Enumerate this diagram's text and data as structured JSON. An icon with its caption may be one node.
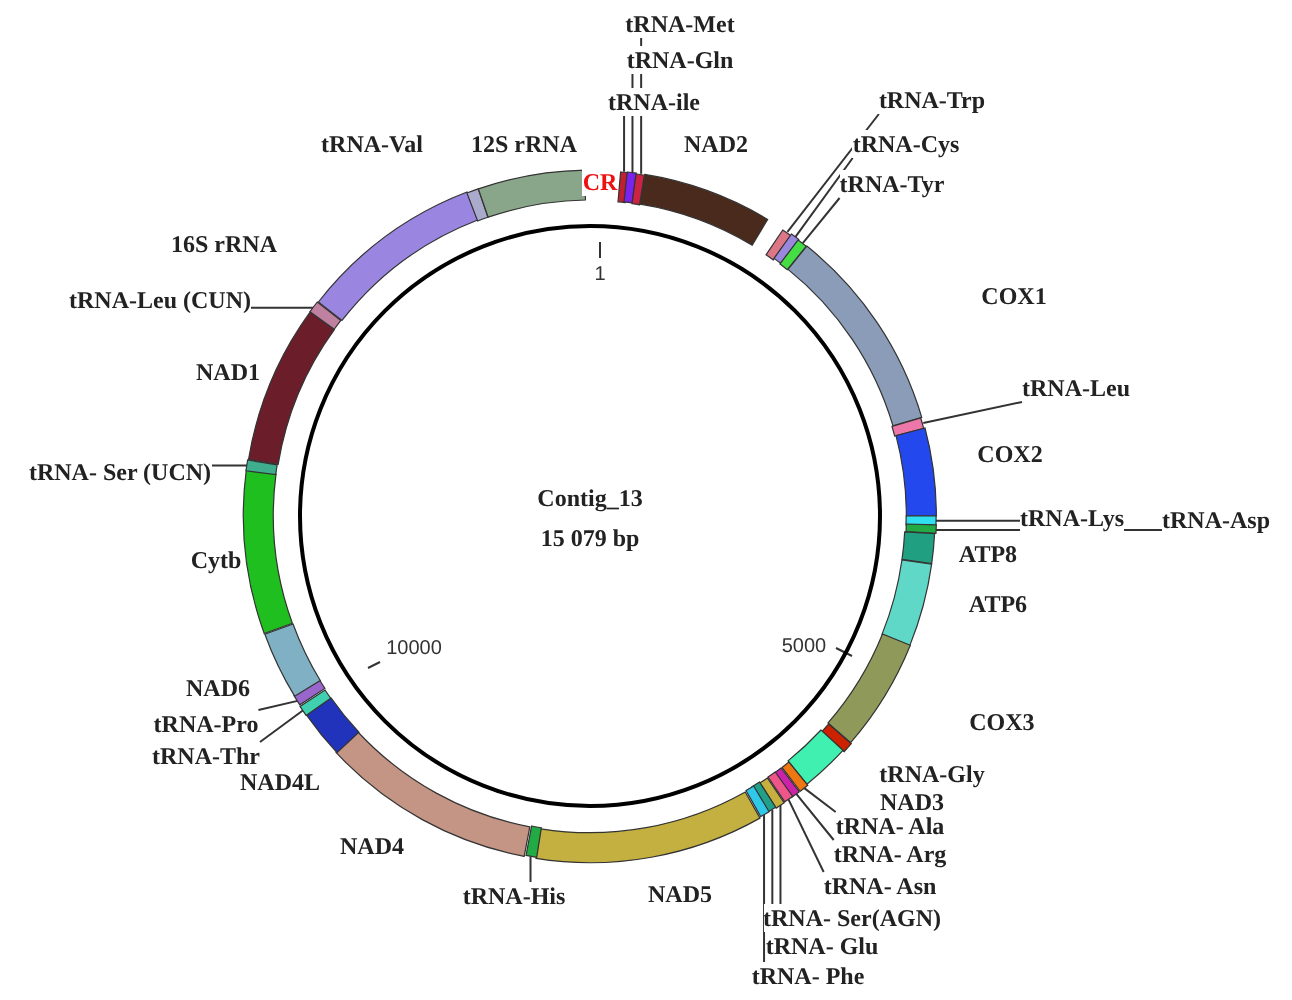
{
  "diagram": {
    "nodes": [
      {
        "text": [
          "Contig_13",
          "15 079 bp"
        ]
      },
      {
        "text": [
          "tRNA-ile"
        ]
      },
      {
        "text": [],
        "shape": "bar"
      },
      {
        "text": [
          "tRNA-Gln"
        ]
      },
      {
        "text": [],
        "shape": "bar"
      },
      {
        "text": [
          "tRNA-Met"
        ]
      },
      {
        "text": [],
        "shape": "bar"
      },
      {
        "text": [
          "NAD2"
        ]
      },
      {
        "text": [
          "tRNA-Trp"
        ]
      },
      {
        "text": [],
        "shape": "bar"
      },
      {
        "text": [
          "tRNA-Cys"
        ]
      },
      {
        "text": [],
        "shape": "bar"
      },
      {
        "text": [
          "tRNA-Tyr"
        ]
      },
      {
        "text": [],
        "shape": "bar"
      },
      {
        "text": [
          "COX1"
        ]
      },
      {
        "text": [
          "tRNA-Leu"
        ]
      },
      {
        "text": [],
        "shape": "bar"
      },
      {
        "text": [
          "COX2"
        ]
      },
      {
        "text": [
          "tRNA-Lys"
        ]
      },
      {
        "text": [],
        "shape": "bar"
      },
      {
        "text": [
          "tRNA-Asp"
        ]
      },
      {
        "text": [],
        "shape": "bar"
      },
      {
        "text": [
          "ATP8"
        ]
      },
      {
        "text": [
          "ATP6"
        ]
      },
      {
        "text": [
          "COX3"
        ]
      },
      {
        "text": [
          "tRNA-Gly"
        ]
      },
      {
        "text": [
          "NAD3"
        ]
      },
      {
        "text": [
          "tRNA- Ala"
        ]
      },
      {
        "text": [],
        "shape": "bar"
      },
      {
        "text": [
          "tRNA- Arg"
        ]
      },
      {
        "text": [],
        "shape": "bar"
      },
      {
        "text": [
          "tRNA- Asn"
        ]
      },
      {
        "text": [],
        "shape": "bar"
      },
      {
        "text": [
          "tRNA- Ser(AGN)"
        ]
      },
      {
        "text": [],
        "shape": "bar"
      },
      {
        "text": [
          "tRNA- Glu"
        ]
      },
      {
        "text": [],
        "shape": "bar"
      },
      {
        "text": [
          "tRNA- Phe"
        ]
      },
      {
        "text": [],
        "shape": "bar"
      },
      {
        "text": [
          "NAD5"
        ]
      },
      {
        "text": [
          "tRNA-His"
        ]
      },
      {
        "text": [],
        "shape": "bar"
      },
      {
        "text": [
          "NAD4"
        ]
      },
      {
        "text": [
          "NAD4L"
        ]
      },
      {
        "text": [
          "tRNA-Thr"
        ]
      },
      {
        "text": [],
        "shape": "bar"
      },
      {
        "text": [
          "tRNA-Pro"
        ]
      },
      {
        "text": [],
        "shape": "bar"
      },
      {
        "text": [
          "NAD6"
        ]
      },
      {
        "text": [
          "Cytb"
        ]
      },
      {
        "text": [
          "tRNA- Ser (UCN)"
        ]
      },
      {
        "text": [],
        "shape": "bar"
      },
      {
        "text": [
          "NAD1"
        ]
      },
      {
        "text": [
          "tRNA-Leu (CUN)"
        ]
      },
      {
        "text": [],
        "shape": "bar"
      },
      {
        "text": [
          "16S rRNA"
        ]
      },
      {
        "text": [
          "tRNA-Val"
        ]
      },
      {
        "text": [
          "12S rRNA"
        ]
      }
    ],
    "edges": [
      {
        "from": 1,
        "to": 2,
        "arrow": "none"
      },
      {
        "from": 3,
        "to": 4,
        "arrow": "none"
      },
      {
        "from": 5,
        "to": 6,
        "arrow": "none"
      },
      {
        "from": 8,
        "to": 9,
        "arrow": "none"
      },
      {
        "from": 10,
        "to": 11,
        "arrow": "none"
      },
      {
        "from": 12,
        "to": 13,
        "arrow": "none"
      },
      {
        "from": 15,
        "to": 16,
        "arrow": "none"
      },
      {
        "from": 18,
        "to": 19,
        "arrow": "none"
      },
      {
        "from": 20,
        "to": 21,
        "arrow": "none"
      },
      {
        "from": 27,
        "to": 28,
        "arrow": "none"
      },
      {
        "from": 29,
        "to": 30,
        "arrow": "none"
      },
      {
        "from": 31,
        "to": 32,
        "arrow": "none"
      },
      {
        "from": 33,
        "to": 34,
        "arrow": "none"
      },
      {
        "from": 35,
        "to": 36,
        "arrow": "none"
      },
      {
        "from": 37,
        "to": 38,
        "arrow": "none"
      },
      {
        "from": 40,
        "to": 41,
        "arrow": "none"
      },
      {
        "from": 44,
        "to": 45,
        "arrow": "none"
      },
      {
        "from": 46,
        "to": 47,
        "arrow": "none"
      },
      {
        "from": 50,
        "to": 51,
        "arrow": "none"
      },
      {
        "from": 53,
        "to": 54,
        "arrow": "none"
      }
    ],
    "labels": [
      "CR",
      "1",
      "5000",
      "10000"
    ]
  }
}
